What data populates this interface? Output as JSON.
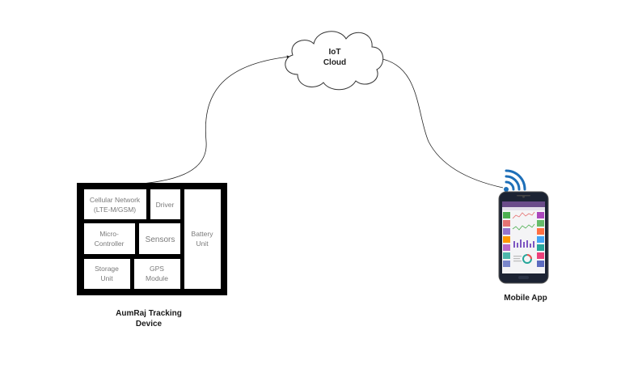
{
  "cloud": {
    "line1": "IoT",
    "line2": "Cloud"
  },
  "device": {
    "title_line1": "AumRaj Tracking",
    "title_line2": "Device",
    "cells": {
      "cellular_line1": "Cellular Network",
      "cellular_line2": "(LTE-M/GSM)",
      "driver": "Driver",
      "micro_line1": "Micro-",
      "micro_line2": "Controller",
      "sensors": "Sensors",
      "storage_line1": "Storage",
      "storage_line2": "Unit",
      "gps_line1": "GPS",
      "gps_line2": "Module",
      "battery_line1": "Battery",
      "battery_line2": "Unit"
    }
  },
  "mobile": {
    "label": "Mobile App"
  },
  "colors": {
    "frame": "#000000",
    "cell_text": "#7a7a7a",
    "wifi": "#1e6fb8",
    "phone_header": "#6b4c8a"
  },
  "icons": [
    "cloud-icon",
    "wifi-signal-icon",
    "smartphone-icon"
  ]
}
